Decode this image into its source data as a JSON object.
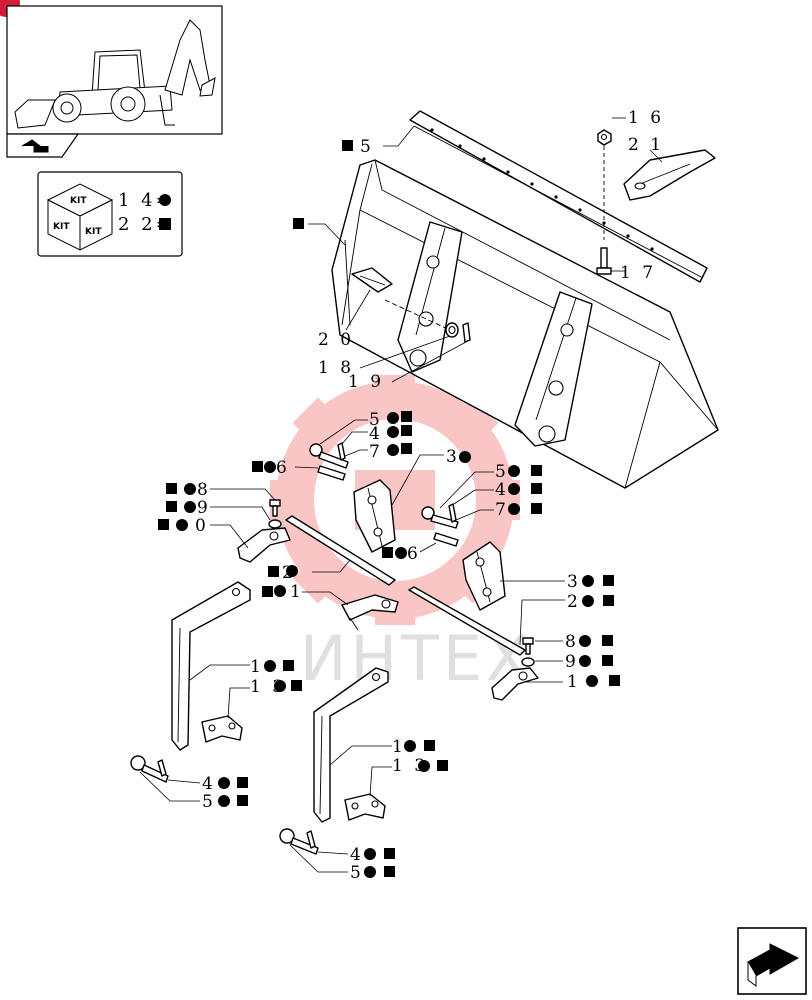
{
  "kit_legend": {
    "badge": "KIT",
    "faces": [
      "KIT",
      "KIT",
      "KIT"
    ],
    "row1": "1 4=",
    "row2": "2 2="
  },
  "watermark": "ИНТЕХ",
  "labels": {
    "l5": "5",
    "l16": "1 6",
    "l21": "2 1",
    "l17": "1 7",
    "l20": "2 0",
    "l18": "1 8",
    "l19": "1 9",
    "a5": "5",
    "a4": "4",
    "a7": "7",
    "a6": "6",
    "a3": "3",
    "b5": "5",
    "b4": "4",
    "b7": "7",
    "b6": "6",
    "c8": "8",
    "c9": "9",
    "c10": "0",
    "c22": "2",
    "c11": "1",
    "d3": "3",
    "d2": "2",
    "d8": "8",
    "d9": "9",
    "d10": "1",
    "e1": "1",
    "e13": "1 3",
    "e4": "4",
    "e5": "5",
    "f1": "1",
    "f13": "1 3",
    "f4": "4",
    "f5": "5"
  },
  "icons": {
    "corner": "page-corner-badge",
    "nav": "arrow-nav-icon",
    "next": "next-page-icon"
  }
}
